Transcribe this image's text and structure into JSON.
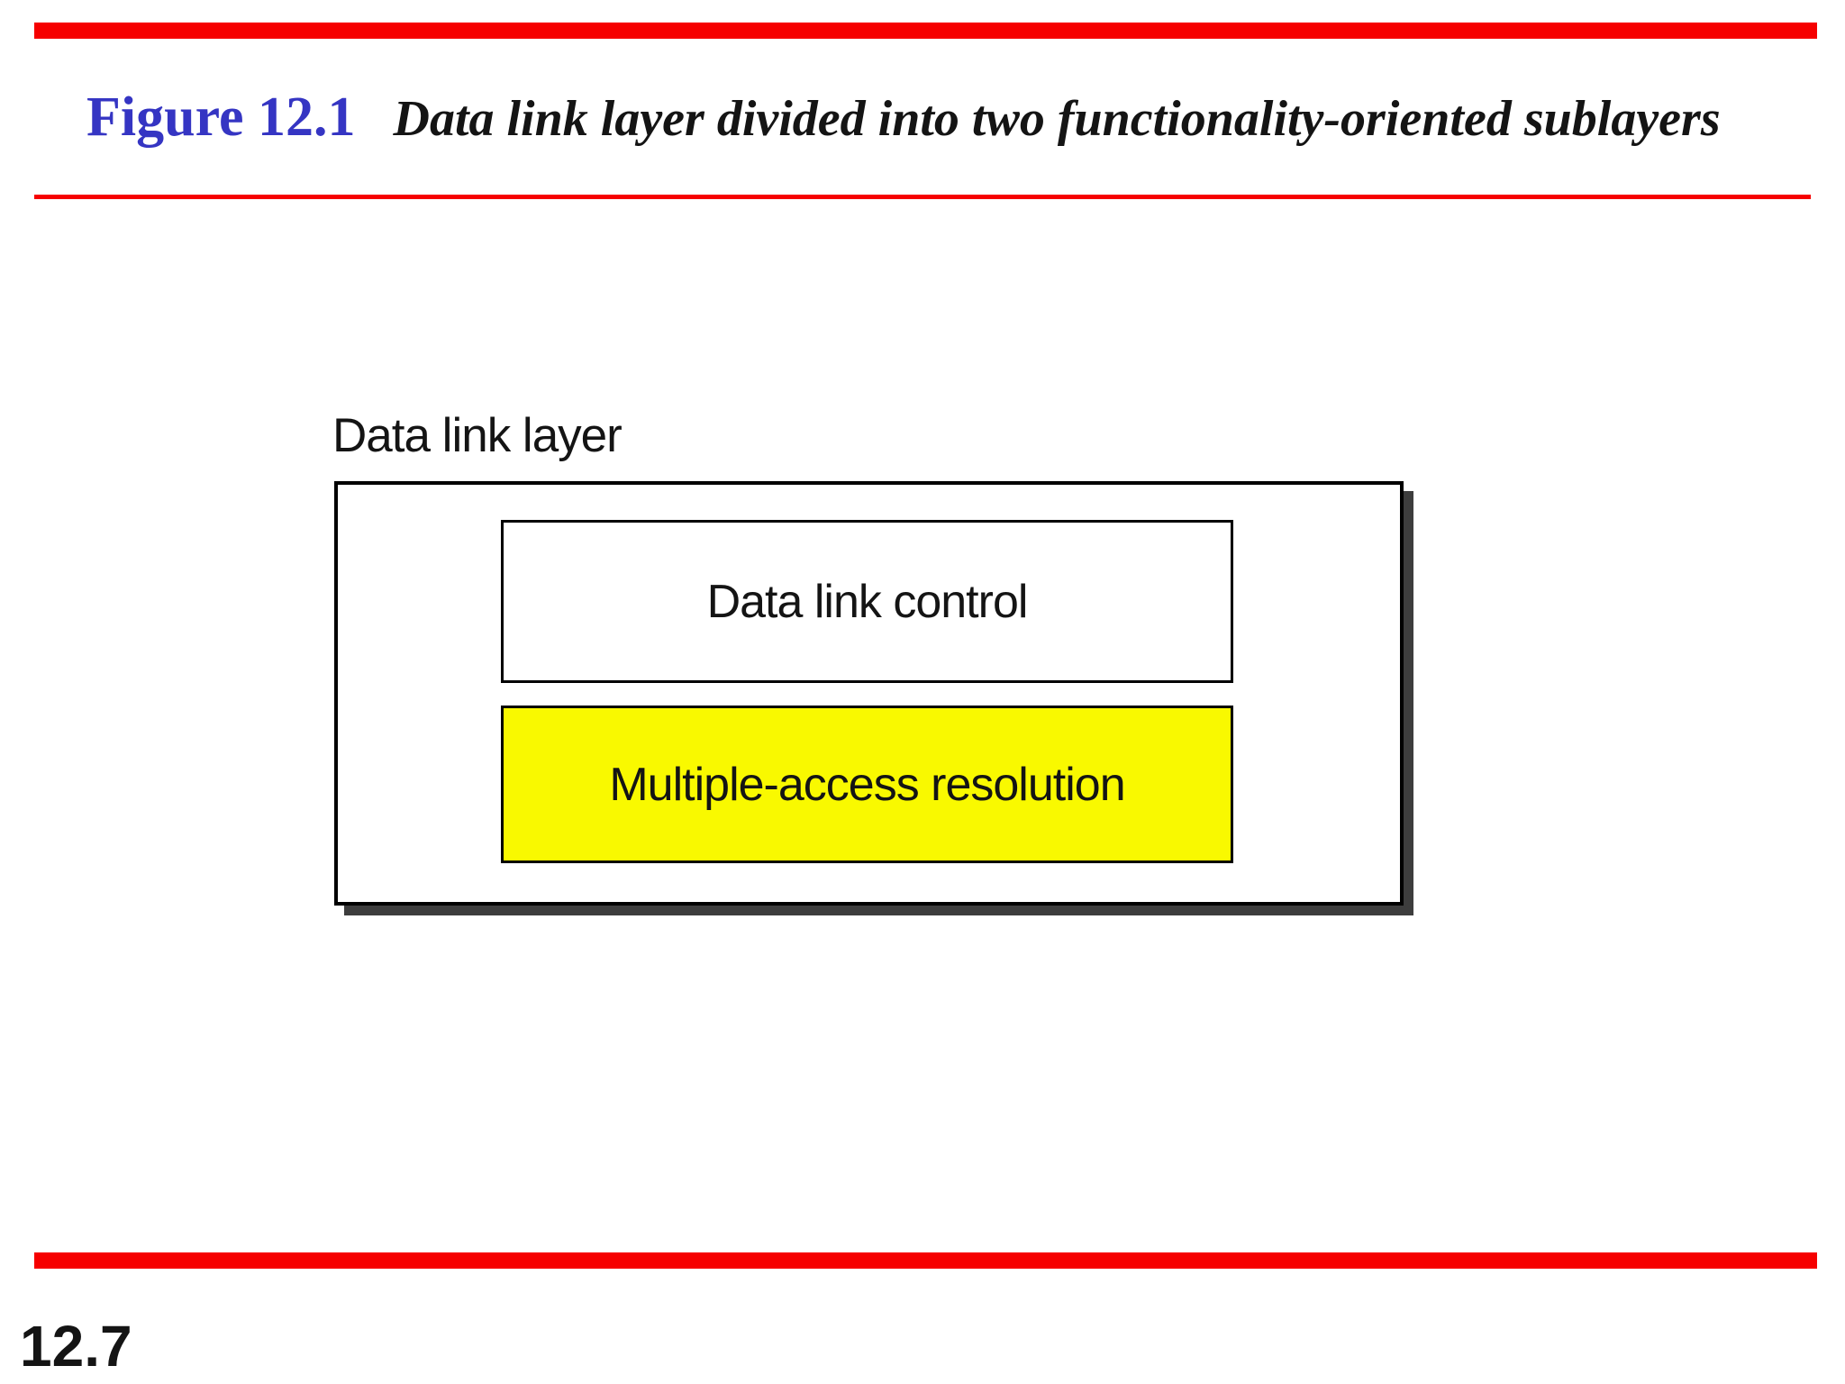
{
  "page": {
    "figure_label": "Figure 12.1",
    "figure_caption": "Data link layer divided into two functionality-oriented sublayers",
    "page_number": "12.7"
  },
  "diagram": {
    "container_label": "Data link layer",
    "sublayers": [
      {
        "label": "Data link control",
        "highlighted": false
      },
      {
        "label": "Multiple-access resolution",
        "highlighted": true
      }
    ]
  },
  "colors": {
    "accent_red": "#f60000",
    "figure_label_blue": "#3535c3",
    "highlight_yellow": "#f9f900",
    "shadow_gray": "#3d3d3d",
    "text_black": "#141414"
  }
}
